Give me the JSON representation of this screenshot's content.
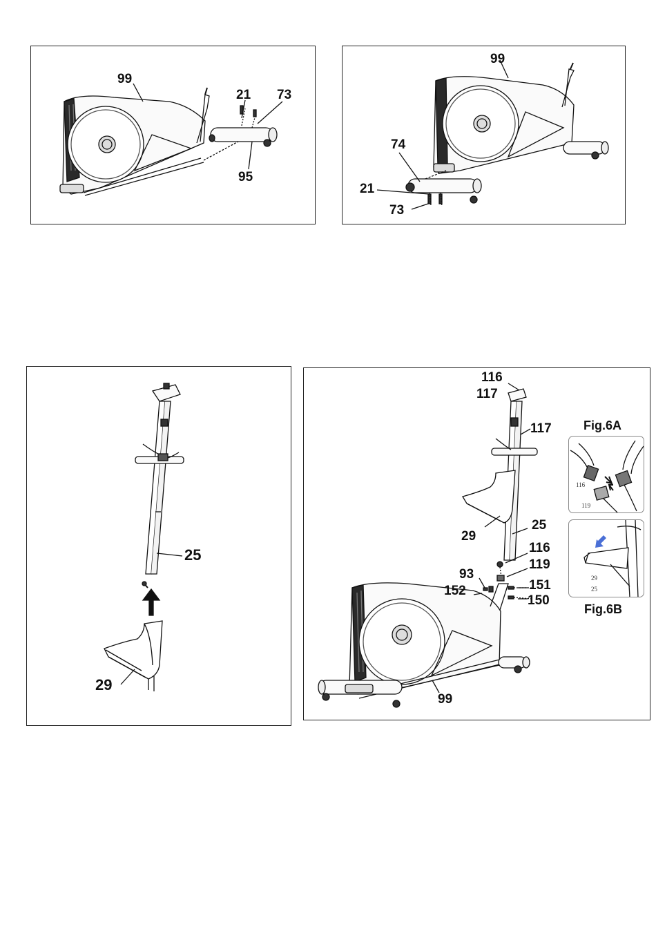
{
  "panel1": {
    "labels": {
      "frame": "99",
      "bolt": "21",
      "washer": "73",
      "stabilizer": "95"
    }
  },
  "panel2": {
    "labels": {
      "frame": "99",
      "stabilizer": "74",
      "bolt": "21",
      "washer": "73"
    }
  },
  "panel3": {
    "labels": {
      "post": "25",
      "cover": "29"
    }
  },
  "panel4": {
    "labels": {
      "conn_top": "116",
      "cable_top": "117",
      "cable_mid": "117",
      "post": "25",
      "cover": "29",
      "conn_bottom": "116",
      "cable_bottom": "119",
      "nut": "93",
      "washer152": "152",
      "bolt151": "151",
      "bolt150": "150",
      "frame": "99"
    },
    "fig6a": {
      "caption": "Fig.6A",
      "label_116": "116",
      "label_119": "119"
    },
    "fig6b": {
      "caption": "Fig.6B",
      "label_29": "29",
      "label_25": "25"
    },
    "arrow_color": "#4a6fd6"
  }
}
